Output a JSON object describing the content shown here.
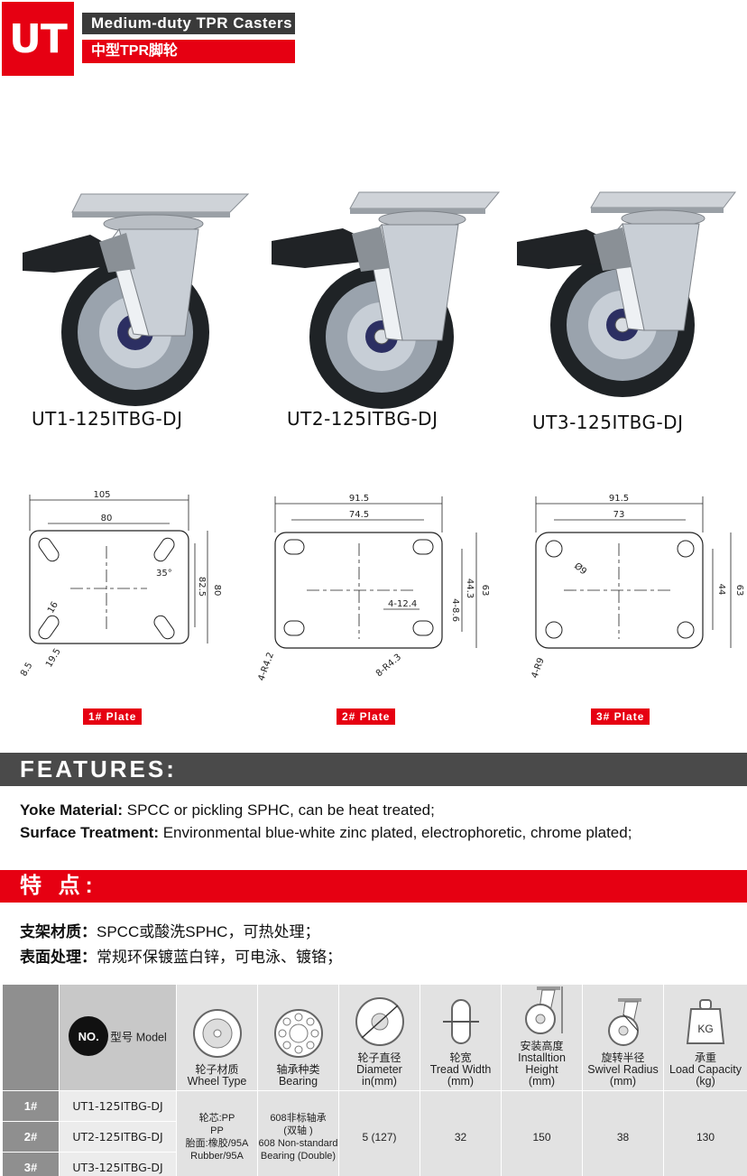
{
  "header": {
    "badge": "UT",
    "title_en": "Medium-duty TPR Casters",
    "title_cn": "中型TPR脚轮"
  },
  "products": [
    {
      "model": "UT1-125ITBG-DJ"
    },
    {
      "model": "UT2-125ITBG-DJ"
    },
    {
      "model": "UT3-125ITBG-DJ"
    }
  ],
  "plates": [
    {
      "tag": "1# Plate",
      "width": "105",
      "inner_width": "80",
      "height": "80",
      "inner_height": "82.5",
      "angle": "35°",
      "slot": "16",
      "slot_len": "19.5",
      "slot_w": "8.5"
    },
    {
      "tag": "2# Plate",
      "width": "91.5",
      "inner_width": "74.5",
      "height": "63",
      "inner_height": "44.3",
      "slot_len": "4-12.4",
      "slot_span": "4-8.6",
      "radius_a": "4-R4.2",
      "radius_b": "8-R4.3"
    },
    {
      "tag": "3# Plate",
      "width": "91.5",
      "inner_width": "73",
      "height": "63",
      "inner_height": "44",
      "hole": "Ø9",
      "radius": "4-R9"
    }
  ],
  "features": {
    "title_en": "FEATURES:",
    "yoke_label": "Yoke Material:",
    "yoke_text": " SPCC or pickling SPHC, can be heat treated;",
    "surface_label": "Surface Treatment:",
    "surface_text": " Environmental blue-white zinc plated, electrophoretic, chrome plated;",
    "title_cn": "特 点:",
    "yoke_label_cn": "支架材质：",
    "yoke_text_cn": "SPCC或酸洗SPHC，可热处理；",
    "surface_label_cn": "表面处理：",
    "surface_text_cn": "常规环保镀蓝白锌，可电泳、镀铬；"
  },
  "table": {
    "no_badge": "NO.",
    "model_header": "型号 Model",
    "columns": [
      {
        "cn": "轮子材质",
        "en": "Wheel Type",
        "icon": "wheel-type-icon"
      },
      {
        "cn": "轴承种类",
        "en": "Bearing",
        "icon": "bearing-icon"
      },
      {
        "cn": "轮子直径",
        "en": "Diameter",
        "unit": "in(mm)",
        "icon": "diameter-icon"
      },
      {
        "cn": "轮宽",
        "en": "Tread Width",
        "unit": "(mm)",
        "icon": "tread-width-icon"
      },
      {
        "cn": "安装高度",
        "en": "Installtion Height",
        "unit": "(mm)",
        "icon": "installation-height-icon"
      },
      {
        "cn": "旋转半径",
        "en": "Swivel Radius",
        "unit": "(mm)",
        "icon": "swivel-radius-icon"
      },
      {
        "cn": "承重",
        "en": "Load Capacity",
        "unit": "(kg)",
        "icon": "load-capacity-icon",
        "icon_text": "KG"
      }
    ],
    "rows": [
      {
        "num": "1#",
        "model": "UT1-125ITBG-DJ"
      },
      {
        "num": "2#",
        "model": "UT2-125ITBG-DJ"
      },
      {
        "num": "3#",
        "model": "UT3-125ITBG-DJ"
      }
    ],
    "shared": {
      "wheel_type_1": "轮芯:PP",
      "wheel_type_2": "PP",
      "wheel_type_3": "胎面:橡胶/95A",
      "wheel_type_4": "Rubber/95A",
      "bearing_1": "608非标轴承",
      "bearing_2": "(双轴 )",
      "bearing_3": "608 Non-standard",
      "bearing_4": "Bearing (Double)",
      "diameter": "5 (127)",
      "tread_width": "32",
      "installation_height": "150",
      "swivel_radius": "38",
      "load_capacity": "130"
    }
  }
}
